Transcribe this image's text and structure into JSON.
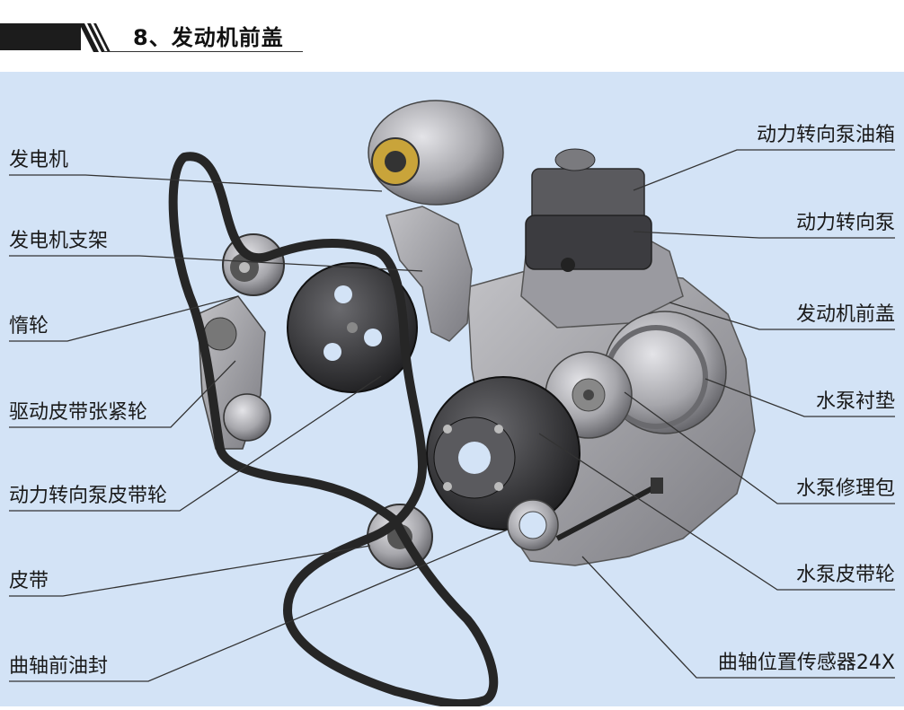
{
  "header": {
    "title": "8、发动机前盖"
  },
  "diagram": {
    "labels_left": [
      {
        "id": "alternator",
        "text": "发电机"
      },
      {
        "id": "alternator-bracket",
        "text": "发电机支架"
      },
      {
        "id": "idler",
        "text": "惰轮"
      },
      {
        "id": "tensioner",
        "text": "驱动皮带张紧轮"
      },
      {
        "id": "ps-pulley",
        "text": "动力转向泵皮带轮"
      },
      {
        "id": "belt",
        "text": "皮带"
      },
      {
        "id": "crank-seal",
        "text": "曲轴前油封"
      }
    ],
    "labels_right": [
      {
        "id": "ps-reservoir",
        "text": "动力转向泵油箱"
      },
      {
        "id": "ps-pump",
        "text": "动力转向泵"
      },
      {
        "id": "front-cover",
        "text": "发动机前盖"
      },
      {
        "id": "wp-gasket",
        "text": "水泵衬垫"
      },
      {
        "id": "wp-kit",
        "text": "水泵修理包"
      },
      {
        "id": "wp-pulley",
        "text": "水泵皮带轮"
      },
      {
        "id": "crank-sensor",
        "text": "曲轴位置传感器24X"
      }
    ],
    "colors": {
      "background": "#d3e3f6",
      "belt": "#262626",
      "metal": "#a9a9ad",
      "metal_dark": "#6d6d72"
    }
  }
}
